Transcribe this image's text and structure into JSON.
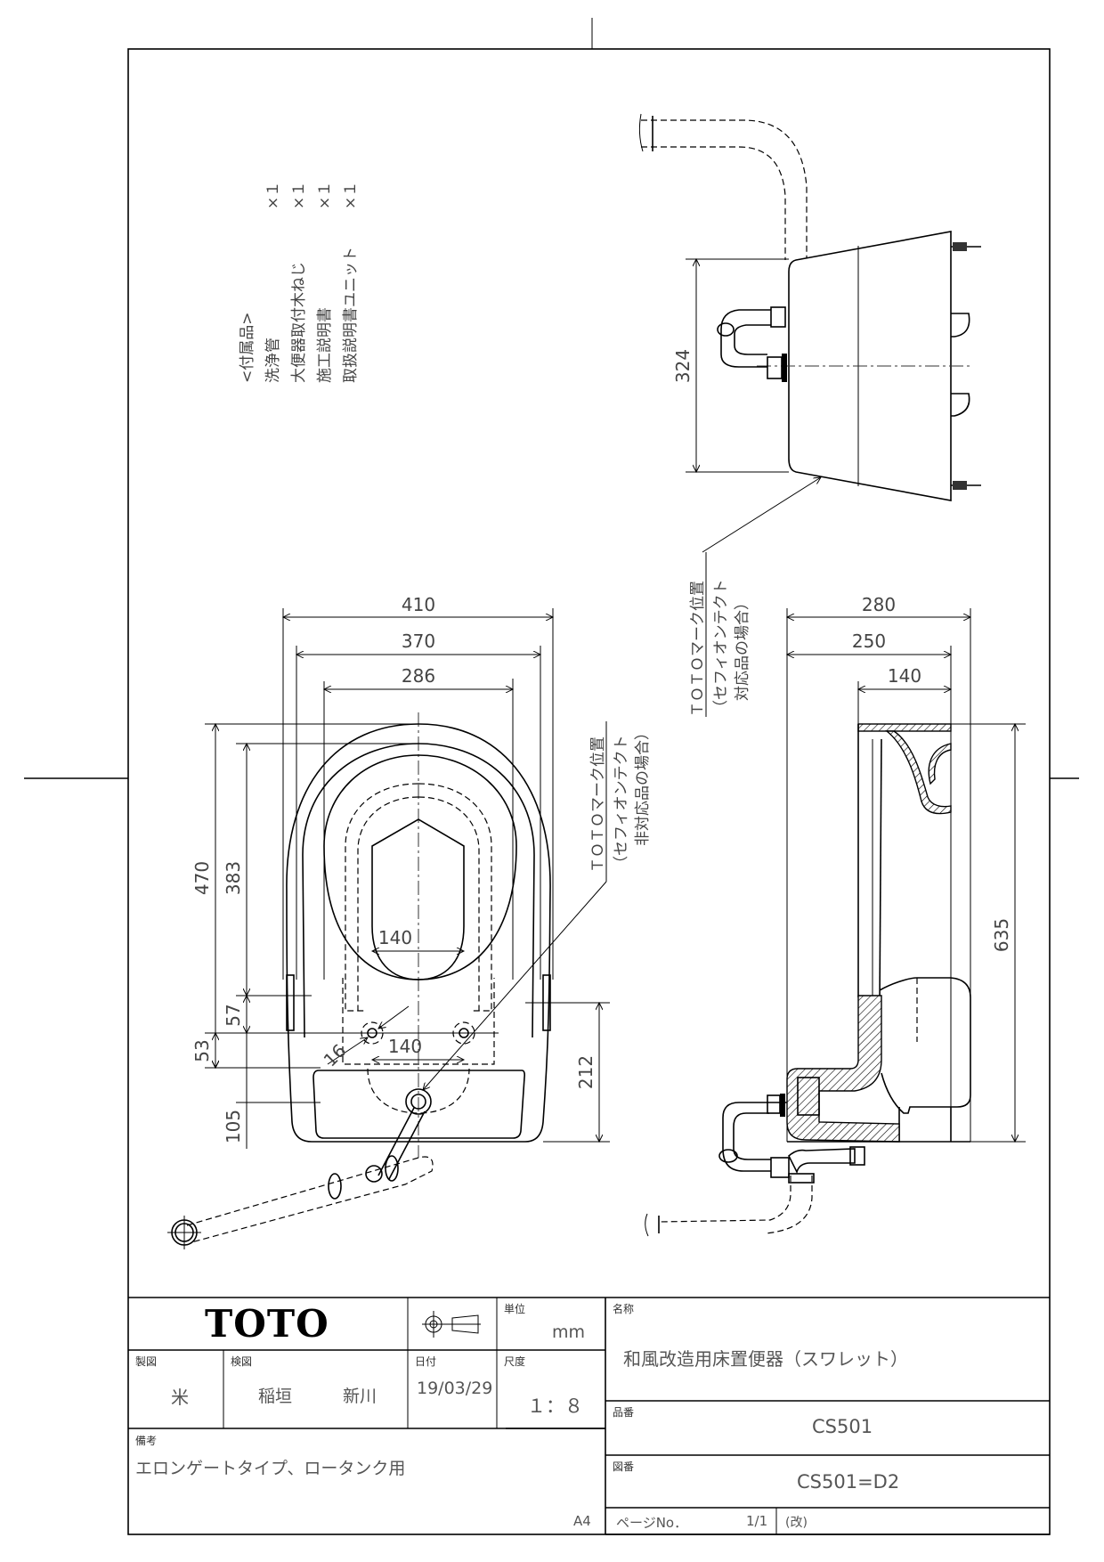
{
  "drawing": {
    "accessories": {
      "heading": "<付属品>",
      "items": [
        {
          "name": "洗浄管",
          "qty": "×１"
        },
        {
          "name": "大便器取付木ねじ",
          "qty": "×１"
        },
        {
          "name": "施工説明書",
          "qty": "×１"
        },
        {
          "name": "取扱説明書ユニット",
          "qty": "×１"
        }
      ]
    },
    "plan_view": {
      "width_overall": "410",
      "width_rim": "370",
      "width_opening": "286",
      "length_overall": "470",
      "length_rim": "383",
      "dim_57": "57",
      "dim_53": "53",
      "dim_105": "105",
      "bowl_opening": "140",
      "bolt_spacing": "140",
      "bolt_diameter": "16",
      "dim_212": "212",
      "mark_note": {
        "line1": "ＴＯＴＯマーク位置",
        "line2": "（セフィオンテクト",
        "line3": "非対応品の場合）"
      }
    },
    "side_view": {
      "depth_overall": "280",
      "depth_250": "250",
      "depth_140": "140",
      "length_635": "635",
      "mark_note": {
        "line1": "ＴＯＴＯマーク位置",
        "line2": "（セフィオンテクト",
        "line3": "対応品の場合）"
      }
    },
    "tank_view": {
      "height_324": "324"
    }
  },
  "title_block": {
    "brand": "TOTO",
    "unit_label": "単位",
    "unit_value": "mm",
    "name_label": "名称",
    "name_value": "和風改造用床置便器（スワレット）",
    "drafter_label": "製図",
    "drafter_value": "米",
    "checker_label": "検図",
    "checker_value_1": "稲垣",
    "checker_value_2": "新川",
    "date_label": "日付",
    "date_value": "19/03/29",
    "scale_label": "尺度",
    "scale_value": "１：８",
    "product_no_label": "品番",
    "product_no_value": "CS501",
    "remarks_label": "備考",
    "remarks_value": "エロンゲートタイプ、ロータンク用",
    "drawing_no_label": "図番",
    "drawing_no_value": "CS501=D2",
    "paper_size": "A4",
    "page_label": "ページNo．",
    "page_value": "1/1",
    "revision_label": "(改)"
  }
}
